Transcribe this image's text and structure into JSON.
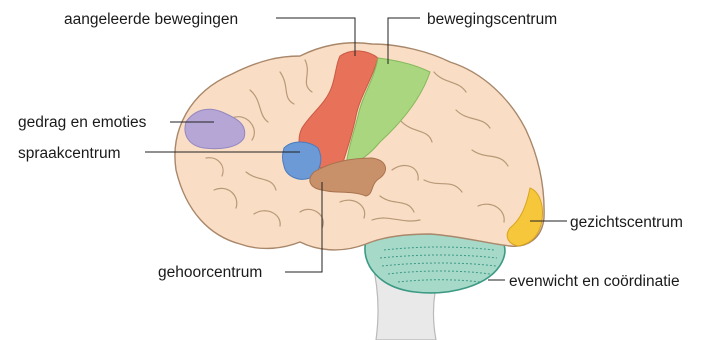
{
  "labels": {
    "aangeleerde_bewegingen": "aangeleerde bewegingen",
    "bewegingscentrum": "bewegingscentrum",
    "gedrag_en_emoties": "gedrag en emoties",
    "spraakcentrum": "spraakcentrum",
    "gezichtscentrum": "gezichtscentrum",
    "gehoorcentrum": "gehoorcentrum",
    "evenwicht_en_coordinatie": "evenwicht en coördinatie"
  },
  "colors": {
    "brain": "#f9ddc4",
    "brain_outline": "#a8876a",
    "brainstem": "#e9e9e9",
    "aangeleerde_bewegingen": "#e8715a",
    "bewegingscentrum": "#a9d67e",
    "gedrag_en_emoties": "#b6a6d6",
    "spraakcentrum": "#6b9ad6",
    "gehoorcentrum": "#c8916a",
    "gezichtscentrum": "#f6c73a",
    "evenwicht_en_coordinatie": "#a7d9c9",
    "cerebellum_outline": "#3c9a84"
  }
}
